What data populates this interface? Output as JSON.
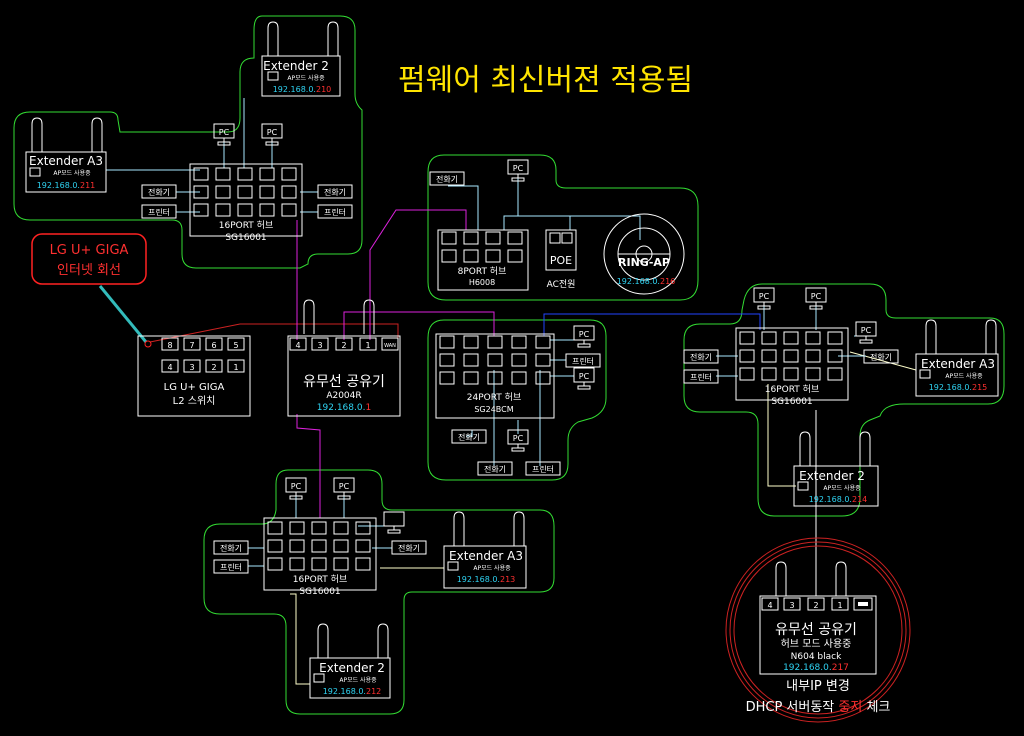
{
  "title": "펌웨어 최신버젼 적용됨",
  "isp": {
    "line1": "LG U+ GIGA",
    "line2": "인터넷 회선"
  },
  "l2switch": {
    "name": "LG U+ GIGA",
    "model": "L2 스위치",
    "ports_top": [
      "8",
      "7",
      "6",
      "5"
    ],
    "ports_bottom": [
      "4",
      "3",
      "2",
      "1"
    ]
  },
  "router_main": {
    "name": "유무선 공유기",
    "model": "A2004R",
    "ip_prefix": "192.168.0.",
    "ip_suffix": "1",
    "ports": [
      "4",
      "3",
      "2",
      "1",
      "WAN"
    ]
  },
  "router_sub": {
    "name": "유무선 공유기",
    "mode": "허브 모드 사용중",
    "model": "N604 black",
    "ip_prefix": "192.168.0.",
    "ip_suffix": "217",
    "ports": [
      "4",
      "3",
      "2",
      "1"
    ]
  },
  "note": {
    "line1": "내부IP 변경",
    "line2_a": "DHCP 서버동작 ",
    "line2_b": "중지",
    "line2_c": " 체크"
  },
  "hub_top": {
    "name": "16PORT 허브",
    "model": "SG16001"
  },
  "hub_bottom": {
    "name": "16PORT 허브",
    "model": "SG16001"
  },
  "hub_right": {
    "name": "16PORT 허브",
    "model": "SG16001"
  },
  "hub_8": {
    "name": "8PORT 허브",
    "model": "H6008"
  },
  "hub_24": {
    "name": "24PORT 허브",
    "model": "SG24BCM"
  },
  "poe": {
    "name": "POE",
    "sub": "AC전원"
  },
  "ringap": {
    "name": "RING-AP",
    "ip_prefix": "192.168.0.",
    "ip_suffix": "216"
  },
  "ext_210": {
    "name": "Extender 2",
    "mode": "AP모드 사용중",
    "ip_prefix": "192.168.0.",
    "ip_suffix": "210"
  },
  "ext_211": {
    "name": "Extender A3",
    "mode": "AP모드 사용중",
    "ip_prefix": "192.168.0.",
    "ip_suffix": "211"
  },
  "ext_212": {
    "name": "Extender 2",
    "mode": "AP모드 사용중",
    "ip_prefix": "192.168.0.",
    "ip_suffix": "212"
  },
  "ext_213": {
    "name": "Extender A3",
    "mode": "AP모드 사용중",
    "ip_prefix": "192.168.0.",
    "ip_suffix": "213"
  },
  "ext_214": {
    "name": "Extender 2",
    "mode": "AP모드 사용중",
    "ip_prefix": "192.168.0.",
    "ip_suffix": "214"
  },
  "ext_215": {
    "name": "Extender A3",
    "mode": "AP모드 사용중",
    "ip_prefix": "192.168.0.",
    "ip_suffix": "215"
  },
  "labels": {
    "pc": "PC",
    "phone": "전화기",
    "printer": "프린터"
  }
}
